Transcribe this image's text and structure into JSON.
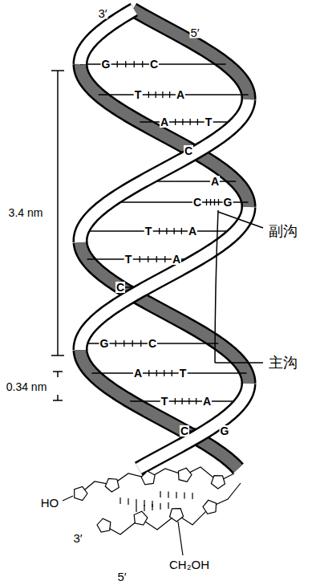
{
  "diagram": {
    "labels": [
      "3′",
      "5′",
      "G",
      "C",
      "T",
      "A",
      "A",
      "T",
      "C",
      "A",
      "C",
      "G",
      "T",
      "A",
      "T",
      "A",
      "C",
      "G",
      "C",
      "A",
      "T",
      "T",
      "A",
      "C",
      "G",
      "3.4 nm",
      "0.34 nm",
      "副沟",
      "主沟",
      "HO",
      "3′",
      "CH₂OH",
      "5′"
    ]
  }
}
